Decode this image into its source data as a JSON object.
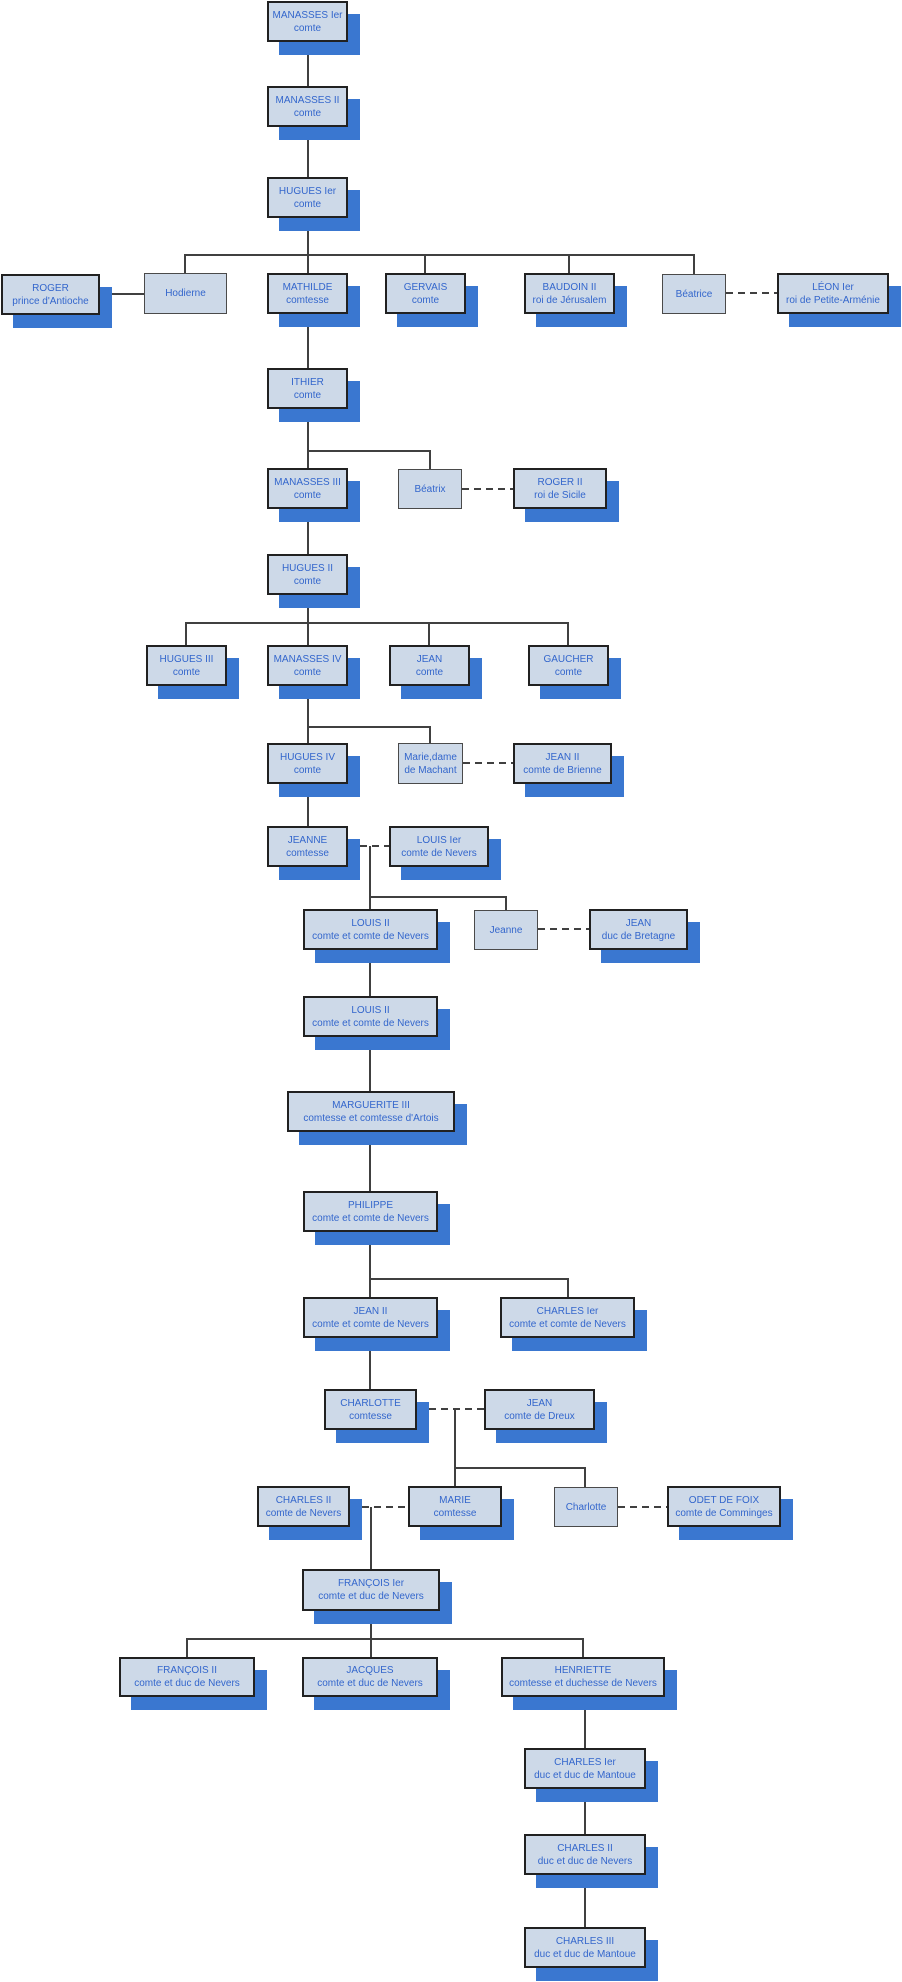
{
  "diagram_type": "family-tree",
  "colors": {
    "background": "#ffffff",
    "node_fill": "#cdd9e8",
    "node_border": "#212121",
    "spouse_node_border": "#4a4a4a",
    "node_shadow": "#3a77d0",
    "node_text": "#3366cc",
    "connector_line": "#404040"
  },
  "nodes": {
    "manasses1": {
      "name": "MANASSES Ier",
      "title": "comte"
    },
    "manasses2": {
      "name": "MANASSES II",
      "title": "comte"
    },
    "hugues1": {
      "name": "HUGUES Ier",
      "title": "comte"
    },
    "roger_antioche": {
      "name": "ROGER",
      "title": "prince d'Antioche"
    },
    "hodierne": {
      "name": "Hodierne"
    },
    "mathilde": {
      "name": "MATHILDE",
      "title": "comtesse"
    },
    "gervais": {
      "name": "GERVAIS",
      "title": "comte"
    },
    "baudoin2": {
      "name": "BAUDOIN II",
      "title": "roi de Jérusalem"
    },
    "beatrice": {
      "name": "Béatrice"
    },
    "leon1": {
      "name": "LÉON Ier",
      "title": "roi de Petite-Arménie"
    },
    "ithier": {
      "name": "ITHIER",
      "title": "comte"
    },
    "manasses3": {
      "name": "MANASSES III",
      "title": "comte"
    },
    "beatrix": {
      "name": "Béatrix"
    },
    "roger2": {
      "name": "ROGER II",
      "title": "roi de Sicile"
    },
    "hugues2": {
      "name": "HUGUES II",
      "title": "comte"
    },
    "hugues3": {
      "name": "HUGUES III",
      "title": "comte"
    },
    "manasses4": {
      "name": "MANASSES IV",
      "title": "comte"
    },
    "jean": {
      "name": "JEAN",
      "title": "comte"
    },
    "gaucher": {
      "name": "GAUCHER",
      "title": "comte"
    },
    "hugues4": {
      "name": "HUGUES IV",
      "title": "comte"
    },
    "marie_machant": {
      "name": "Marie,dame",
      "title": "de Machant"
    },
    "jean2_brienne": {
      "name": "JEAN II",
      "title": "comte de Brienne"
    },
    "jeanne_comtesse": {
      "name": "JEANNE",
      "title": "comtesse"
    },
    "louis1": {
      "name": "LOUIS Ier",
      "title": "comte de Nevers"
    },
    "louis2a": {
      "name": "LOUIS II",
      "title": "comte et comte de Nevers"
    },
    "jeanne": {
      "name": "Jeanne"
    },
    "jean_bretagne": {
      "name": "JEAN",
      "title": "duc de Bretagne"
    },
    "louis2b": {
      "name": "LOUIS II",
      "title": "comte et comte de Nevers"
    },
    "marguerite3": {
      "name": "MARGUERITE III",
      "title": "comtesse et comtesse d'Artois"
    },
    "philippe": {
      "name": "PHILIPPE",
      "title": "comte et comte de Nevers"
    },
    "jean2_nevers": {
      "name": "JEAN II",
      "title": "comte et comte de Nevers"
    },
    "charles1_nevers": {
      "name": "CHARLES Ier",
      "title": "comte et comte de Nevers"
    },
    "charlotte_comtesse": {
      "name": "CHARLOTTE",
      "title": "comtesse"
    },
    "jean_dreux": {
      "name": "JEAN",
      "title": "comte de Dreux"
    },
    "charles2_nevers": {
      "name": "CHARLES II",
      "title": "comte de Nevers"
    },
    "marie_comtesse": {
      "name": "MARIE",
      "title": "comtesse"
    },
    "charlotte": {
      "name": "Charlotte"
    },
    "odet_foix": {
      "name": "ODET DE FOIX",
      "title": "comte de Comminges"
    },
    "francois1": {
      "name": "FRANÇOIS Ier",
      "title": "comte et duc de Nevers"
    },
    "francois2": {
      "name": "FRANÇOIS II",
      "title": "comte et duc de Nevers"
    },
    "jacques": {
      "name": "JACQUES",
      "title": "comte et duc de Nevers"
    },
    "henriette": {
      "name": "HENRIETTE",
      "title": "comtesse et duchesse de Nevers"
    },
    "charles1_mantoue": {
      "name": "CHARLES Ier",
      "title": "duc et duc de Mantoue"
    },
    "charles2_duc": {
      "name": "CHARLES II",
      "title": "duc et duc de Nevers"
    },
    "charles3_mantoue": {
      "name": "CHARLES III",
      "title": "duc et duc de Mantoue"
    }
  }
}
